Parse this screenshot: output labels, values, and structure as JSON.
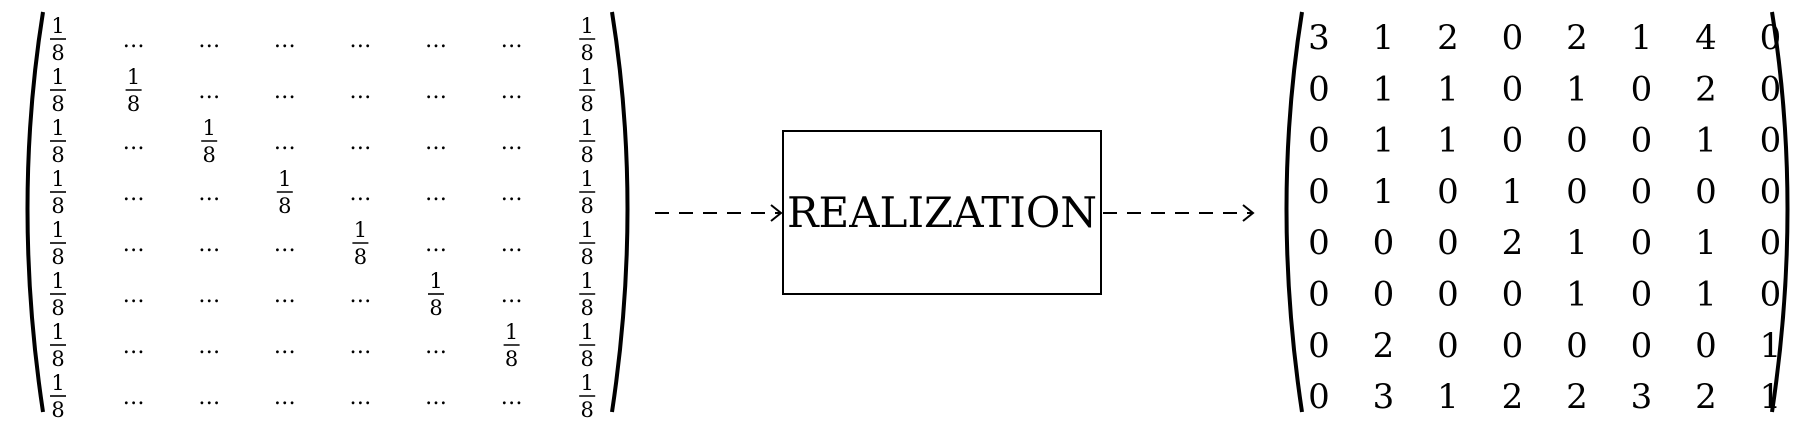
{
  "left_matrix": {
    "fraction_numerator": "1",
    "fraction_denominator": "8",
    "ellipsis": "…",
    "size": 8
  },
  "process_box": {
    "label": "REALIZATION"
  },
  "right_matrix": {
    "rows": [
      [
        "3",
        "1",
        "2",
        "0",
        "2",
        "1",
        "4",
        "0"
      ],
      [
        "0",
        "1",
        "1",
        "0",
        "1",
        "0",
        "2",
        "0"
      ],
      [
        "0",
        "1",
        "1",
        "0",
        "0",
        "0",
        "1",
        "0"
      ],
      [
        "0",
        "1",
        "0",
        "1",
        "0",
        "0",
        "0",
        "0"
      ],
      [
        "0",
        "0",
        "0",
        "2",
        "1",
        "0",
        "1",
        "0"
      ],
      [
        "0",
        "0",
        "0",
        "0",
        "1",
        "0",
        "1",
        "0"
      ],
      [
        "0",
        "2",
        "0",
        "0",
        "0",
        "0",
        "0",
        "1"
      ],
      [
        "0",
        "3",
        "1",
        "2",
        "2",
        "3",
        "2",
        "1"
      ]
    ]
  }
}
